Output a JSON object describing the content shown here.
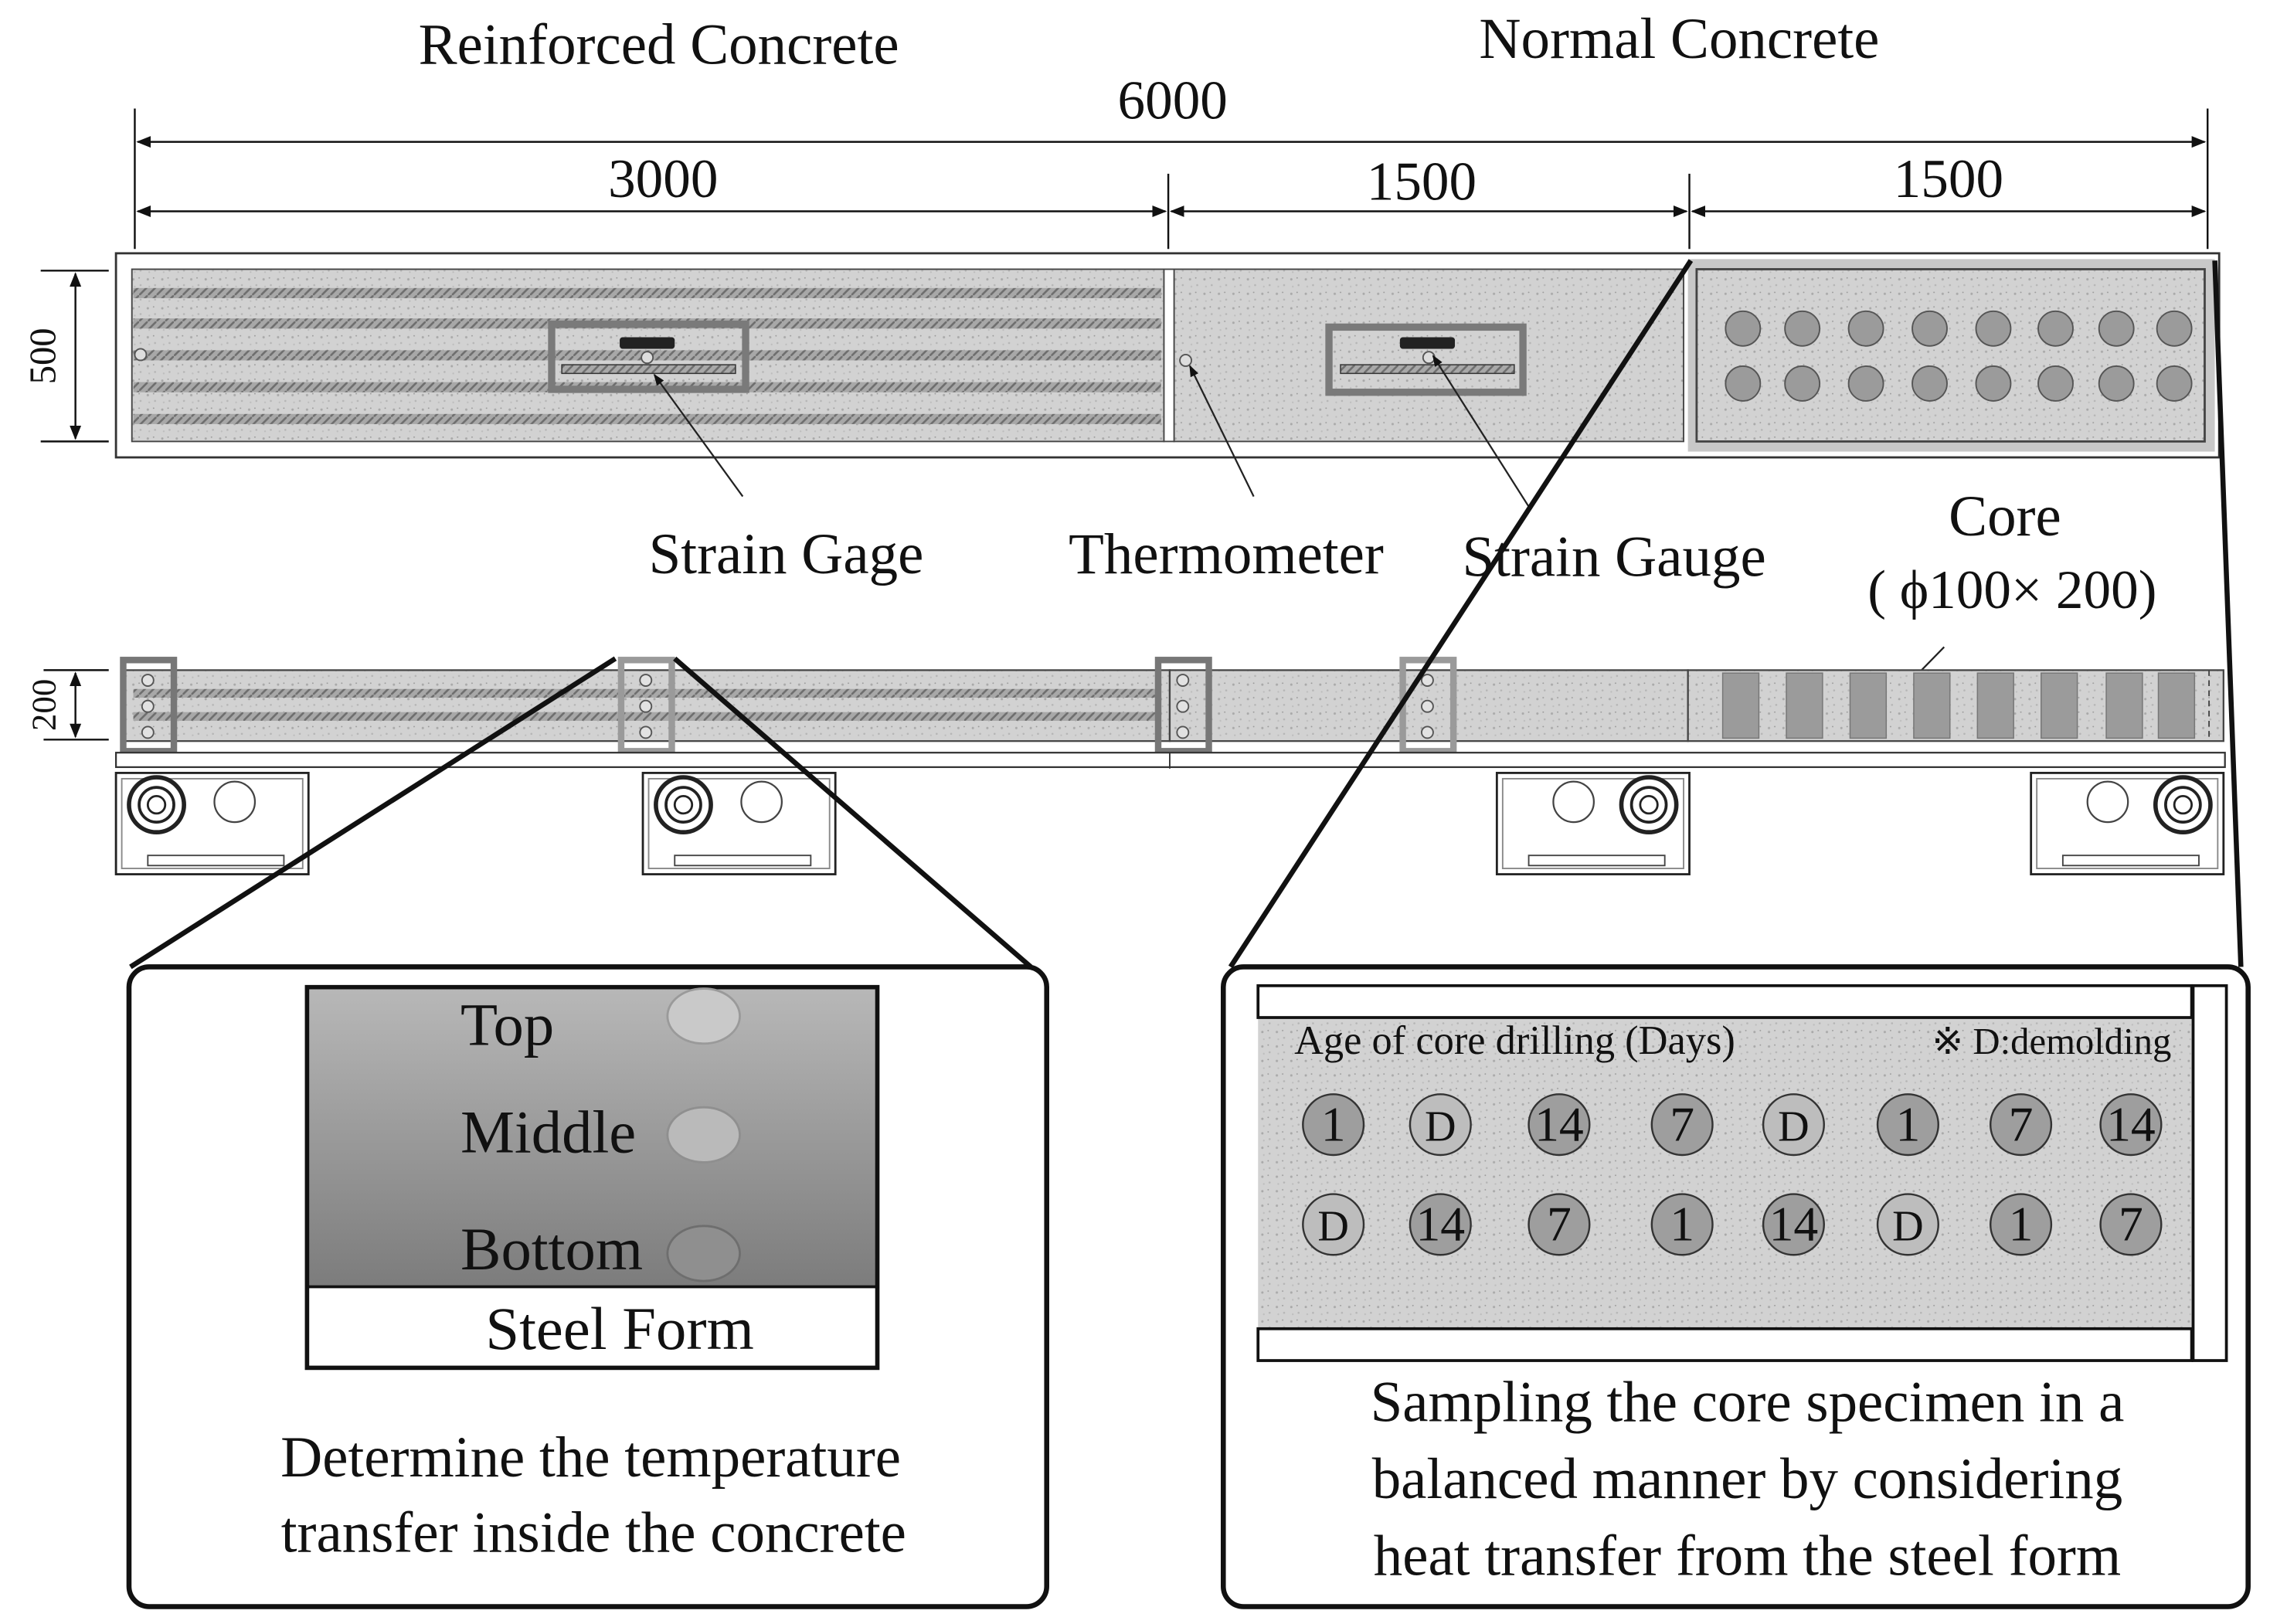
{
  "labels": {
    "reinforced_concrete": "Reinforced Concrete",
    "normal_concrete": "Normal Concrete",
    "strain_gage": "Strain Gage",
    "thermometer": "Thermometer",
    "strain_gauge": "Strain Gauge",
    "core_title": "Core",
    "core_size": "( ϕ100× 200)"
  },
  "dimensions": {
    "total": "6000",
    "span_rc": "3000",
    "span_nc1": "1500",
    "span_nc2": "1500",
    "height_plan": "500",
    "height_section": "200"
  },
  "left_panel": {
    "positions": [
      "Top",
      "Middle",
      "Bottom"
    ],
    "steel_form": "Steel Form",
    "caption": [
      "Determine the temperature",
      "transfer inside the concrete"
    ]
  },
  "right_panel": {
    "header": "Age of core drilling (Days)",
    "note": "※ D:demolding",
    "row1": [
      "1",
      "D",
      "14",
      "7",
      "D",
      "1",
      "7",
      "14"
    ],
    "row2": [
      "D",
      "14",
      "7",
      "1",
      "14",
      "D",
      "1",
      "7"
    ],
    "caption": [
      "Sampling the core specimen in a",
      "balanced manner by considering",
      "heat transfer from the steel form"
    ]
  },
  "colors": {
    "concrete": "#d2d2d2",
    "rebar": "#9a9a9a",
    "core": "#9b9b9b",
    "sensor_box": "#7a7a7a",
    "outline": "#1a1a1a"
  }
}
